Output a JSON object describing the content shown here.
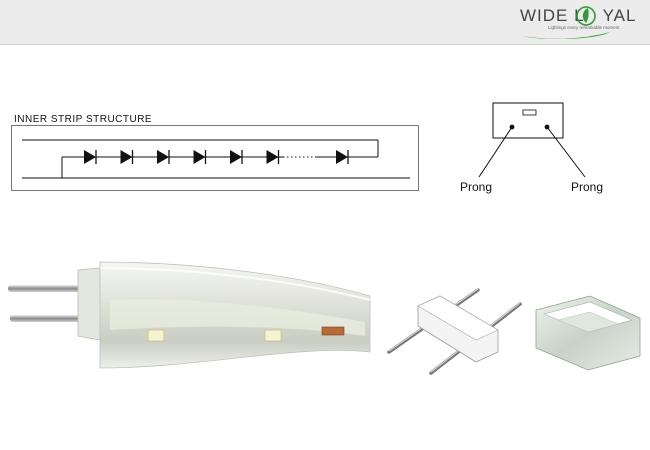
{
  "header": {
    "brand_left": "WIDE L",
    "brand_right": "YAL",
    "tagline": "Lightings every remarkable moment"
  },
  "strip": {
    "title": "INNER STRIP STRUCTURE",
    "diode_count_left": 6,
    "diode_count_right": 1
  },
  "connector": {
    "prong_left_label": "Prong",
    "prong_right_label": "Prong"
  },
  "colors": {
    "header_bg": "#ececec",
    "brand_green": "#2e9a3a",
    "line": "#111111"
  }
}
